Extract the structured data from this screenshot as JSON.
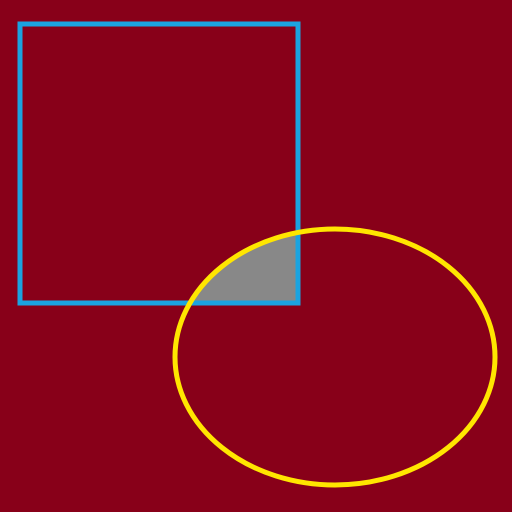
{
  "colors": {
    "background": "#880019",
    "square_stroke": "#1ba3e0",
    "ellipse_stroke": "#ffe600",
    "overlap_fill": "#888888"
  },
  "shapes": [
    {
      "kind": "square",
      "stroke": "square_stroke",
      "fill": "none"
    },
    {
      "kind": "ellipse",
      "stroke": "ellipse_stroke",
      "fill": "none"
    },
    {
      "kind": "overlap-region",
      "fill": "overlap_fill"
    }
  ]
}
